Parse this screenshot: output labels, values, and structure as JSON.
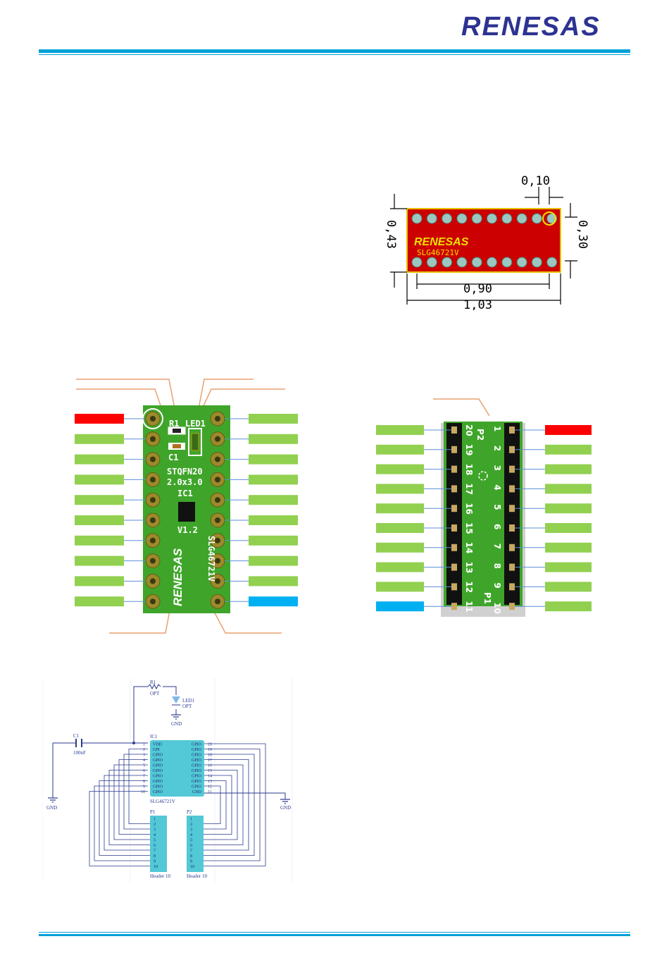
{
  "header": {
    "logo_text": "RENESAS",
    "accent_color": "#2d3391",
    "rule_color": "#00a0d8"
  },
  "dimensions_figure": {
    "labels": [
      "0,10",
      "0,43",
      "0,30",
      "0,90",
      "1,03"
    ]
  },
  "pcb_top": {
    "silk": {
      "led": "LED1",
      "r": "R1",
      "c": "C1",
      "pkg1": "STQFN20",
      "pkg2": "2.0x3.0",
      "ic": "IC1",
      "ver": "V1.2",
      "part": "SLG46721V",
      "brand": "RENESAS"
    },
    "colors": {
      "board": "#3fa52a",
      "pad": "#9a8a2c",
      "pin1": "#ff0000",
      "pin11": "#00b0f0",
      "pin_label": "#92d050"
    }
  },
  "pcb_bottom": {
    "silk": {
      "p1": "P1",
      "p2": "P2"
    },
    "left_numbers": [
      "20",
      "19",
      "18",
      "17",
      "16",
      "15",
      "14",
      "13",
      "12",
      "11"
    ],
    "right_numbers": [
      "1",
      "2",
      "3",
      "4",
      "5",
      "6",
      "7",
      "8",
      "9",
      "10"
    ]
  },
  "schematic": {
    "r1": "R1",
    "r1_val": "OPT",
    "led": "LED1",
    "led_val": "OPT",
    "gnd": "GND",
    "c1": "C1",
    "c1_val": "100nF",
    "ic": "IC1",
    "ic_part": "SLG46721V",
    "left_pins": [
      {
        "num": "1",
        "name": "VDD"
      },
      {
        "num": "2",
        "name": "GPI"
      },
      {
        "num": "3",
        "name": "GPIO"
      },
      {
        "num": "4",
        "name": "GPIO"
      },
      {
        "num": "5",
        "name": "GPIO"
      },
      {
        "num": "6",
        "name": "GPIO"
      },
      {
        "num": "7",
        "name": "GPIO"
      },
      {
        "num": "8",
        "name": "GPIO"
      },
      {
        "num": "9",
        "name": "GPIO"
      },
      {
        "num": "10",
        "name": "GPIO"
      }
    ],
    "right_pins": [
      {
        "num": "20",
        "name": "GPIO"
      },
      {
        "num": "19",
        "name": "GPIO"
      },
      {
        "num": "18",
        "name": "GPIO"
      },
      {
        "num": "17",
        "name": "GPIO"
      },
      {
        "num": "16",
        "name": "GPIO"
      },
      {
        "num": "15",
        "name": "GPIO"
      },
      {
        "num": "14",
        "name": "GPIO"
      },
      {
        "num": "13",
        "name": "GPIO"
      },
      {
        "num": "12",
        "name": "GPIO"
      },
      {
        "num": "11",
        "name": "GND"
      }
    ],
    "p1": "P1",
    "p2": "P2",
    "header_label": "Header 10",
    "header_pins": [
      "1",
      "2",
      "3",
      "4",
      "5",
      "6",
      "7",
      "8",
      "9",
      "10"
    ]
  }
}
